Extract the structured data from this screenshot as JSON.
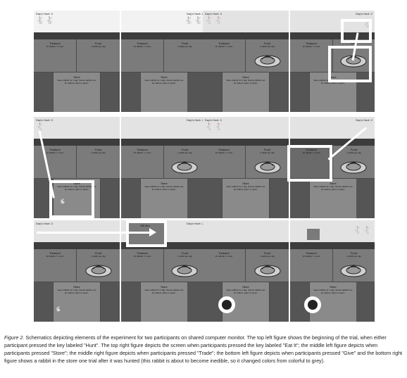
{
  "hunt_label": "Day's Hunt: 3",
  "hunt_label_right": "Day's Hunt: 2",
  "treasure": {
    "title": "Treasure",
    "sub": "10 rabbits = 1 coin"
  },
  "food": {
    "title": "Food",
    "sub": "1 rabbit per day"
  },
  "store": {
    "title": "Store",
    "desc": "Save rabbits for 1 day. Stored rabbits can be traded, eaten or given."
  },
  "gift_box": "Gift Box",
  "rabbit_icon": "rabbit-icon",
  "colors": {
    "screen": "#4a4a4a",
    "field": "#7b7b7b",
    "store": "#8a8a8a",
    "highlight": "#ffffff"
  },
  "caption": {
    "label": "Figure 2.",
    "text": " Schematics depicting elements of the experiment for two participants on shared computer monitor. The top left figure shows the beginning of the trial, when either participant pressed the key labeled \"Hunt\". The top right figure depicts the screen when participants pressed the key labeled \"Eat It\"; the middle left figure depicts when participants pressed \"Store\"; the middle right figure depicts when participants pressed \"Trade\"; the bottom left figure depicts when participants pressed \"Give\" and the bottom right figure shows a rabbit in the store one trial after it was hunted (this rabbit is about to become inedible, so it changed colors from colorful to grey)."
  }
}
